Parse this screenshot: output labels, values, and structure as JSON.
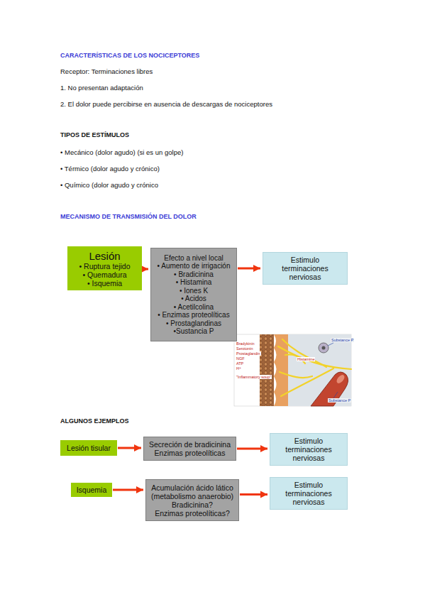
{
  "diagram": {
    "nodes": [
      {
        "text": [
          "Lesión",
          "• Ruptura tejido",
          "• Quemadura",
          "• Isquemia"
        ]
      },
      {
        "text": [
          "Efecto a nivel local",
          "• Aumento de irrigación",
          "• Bradicinina",
          "• Histamina",
          "• Iones K",
          "• Acidos",
          "• Acetilcolina",
          "• Enzimas proteolíticas",
          "• Prostaglandinas",
          "•Sustancia P"
        ]
      },
      {
        "text": [
          "Estimulo terminaciones nerviosas"
        ]
      },
      {
        "text": [
          "Lesión tisular"
        ]
      },
      {
        "text": [
          "Secreción de bradicinina",
          "Enzimas proteolíticas"
        ]
      },
      {
        "text": [
          "Estimulo terminaciones nerviosas"
        ]
      },
      {
        "text": [
          "Isquemia"
        ]
      },
      {
        "text": [
          "Acumulación ácido lático",
          "(metabolismo anaerobio)",
          "Bradicinina?",
          "Enzimas proteolíticas?"
        ]
      },
      {
        "text": [
          "Estimulo terminaciones nerviosas"
        ]
      }
    ],
    "edges": [
      {
        "from": 0,
        "to": 1,
        "arrow": "to"
      },
      {
        "from": 1,
        "to": 2,
        "arrow": "to"
      },
      {
        "from": 3,
        "to": 4,
        "arrow": "to"
      },
      {
        "from": 4,
        "to": 5,
        "arrow": "to"
      },
      {
        "from": 6,
        "to": 7,
        "arrow": "to"
      },
      {
        "from": 7,
        "to": 8,
        "arrow": "to"
      }
    ],
    "labels": [
      "CARACTERÍSTICAS DE LOS NOCICEPTORES",
      "Receptor: Terminaciones libres",
      "1. No presentan adaptación",
      "2. El dolor puede percibirse en ausencia de descargas de nociceptores",
      "TIPOS DE ESTÍMULOS",
      "• Mecánico (dolor agudo) (si es un golpe)",
      "• Térmico (dolor agudo y crónico)",
      "• Químico (dolor agudo y crónico",
      "MECANISMO DE TRANSMISIÓN DEL DOLOR",
      "ALGUNOS EJEMPLOS",
      "Bradykinin",
      "Serotonin",
      "Prostaglandin",
      "NGF",
      "ATP",
      "H⁺",
      "\"Inflammatory soup\"",
      "Substance P",
      "Histamine",
      "Substance P"
    ]
  }
}
